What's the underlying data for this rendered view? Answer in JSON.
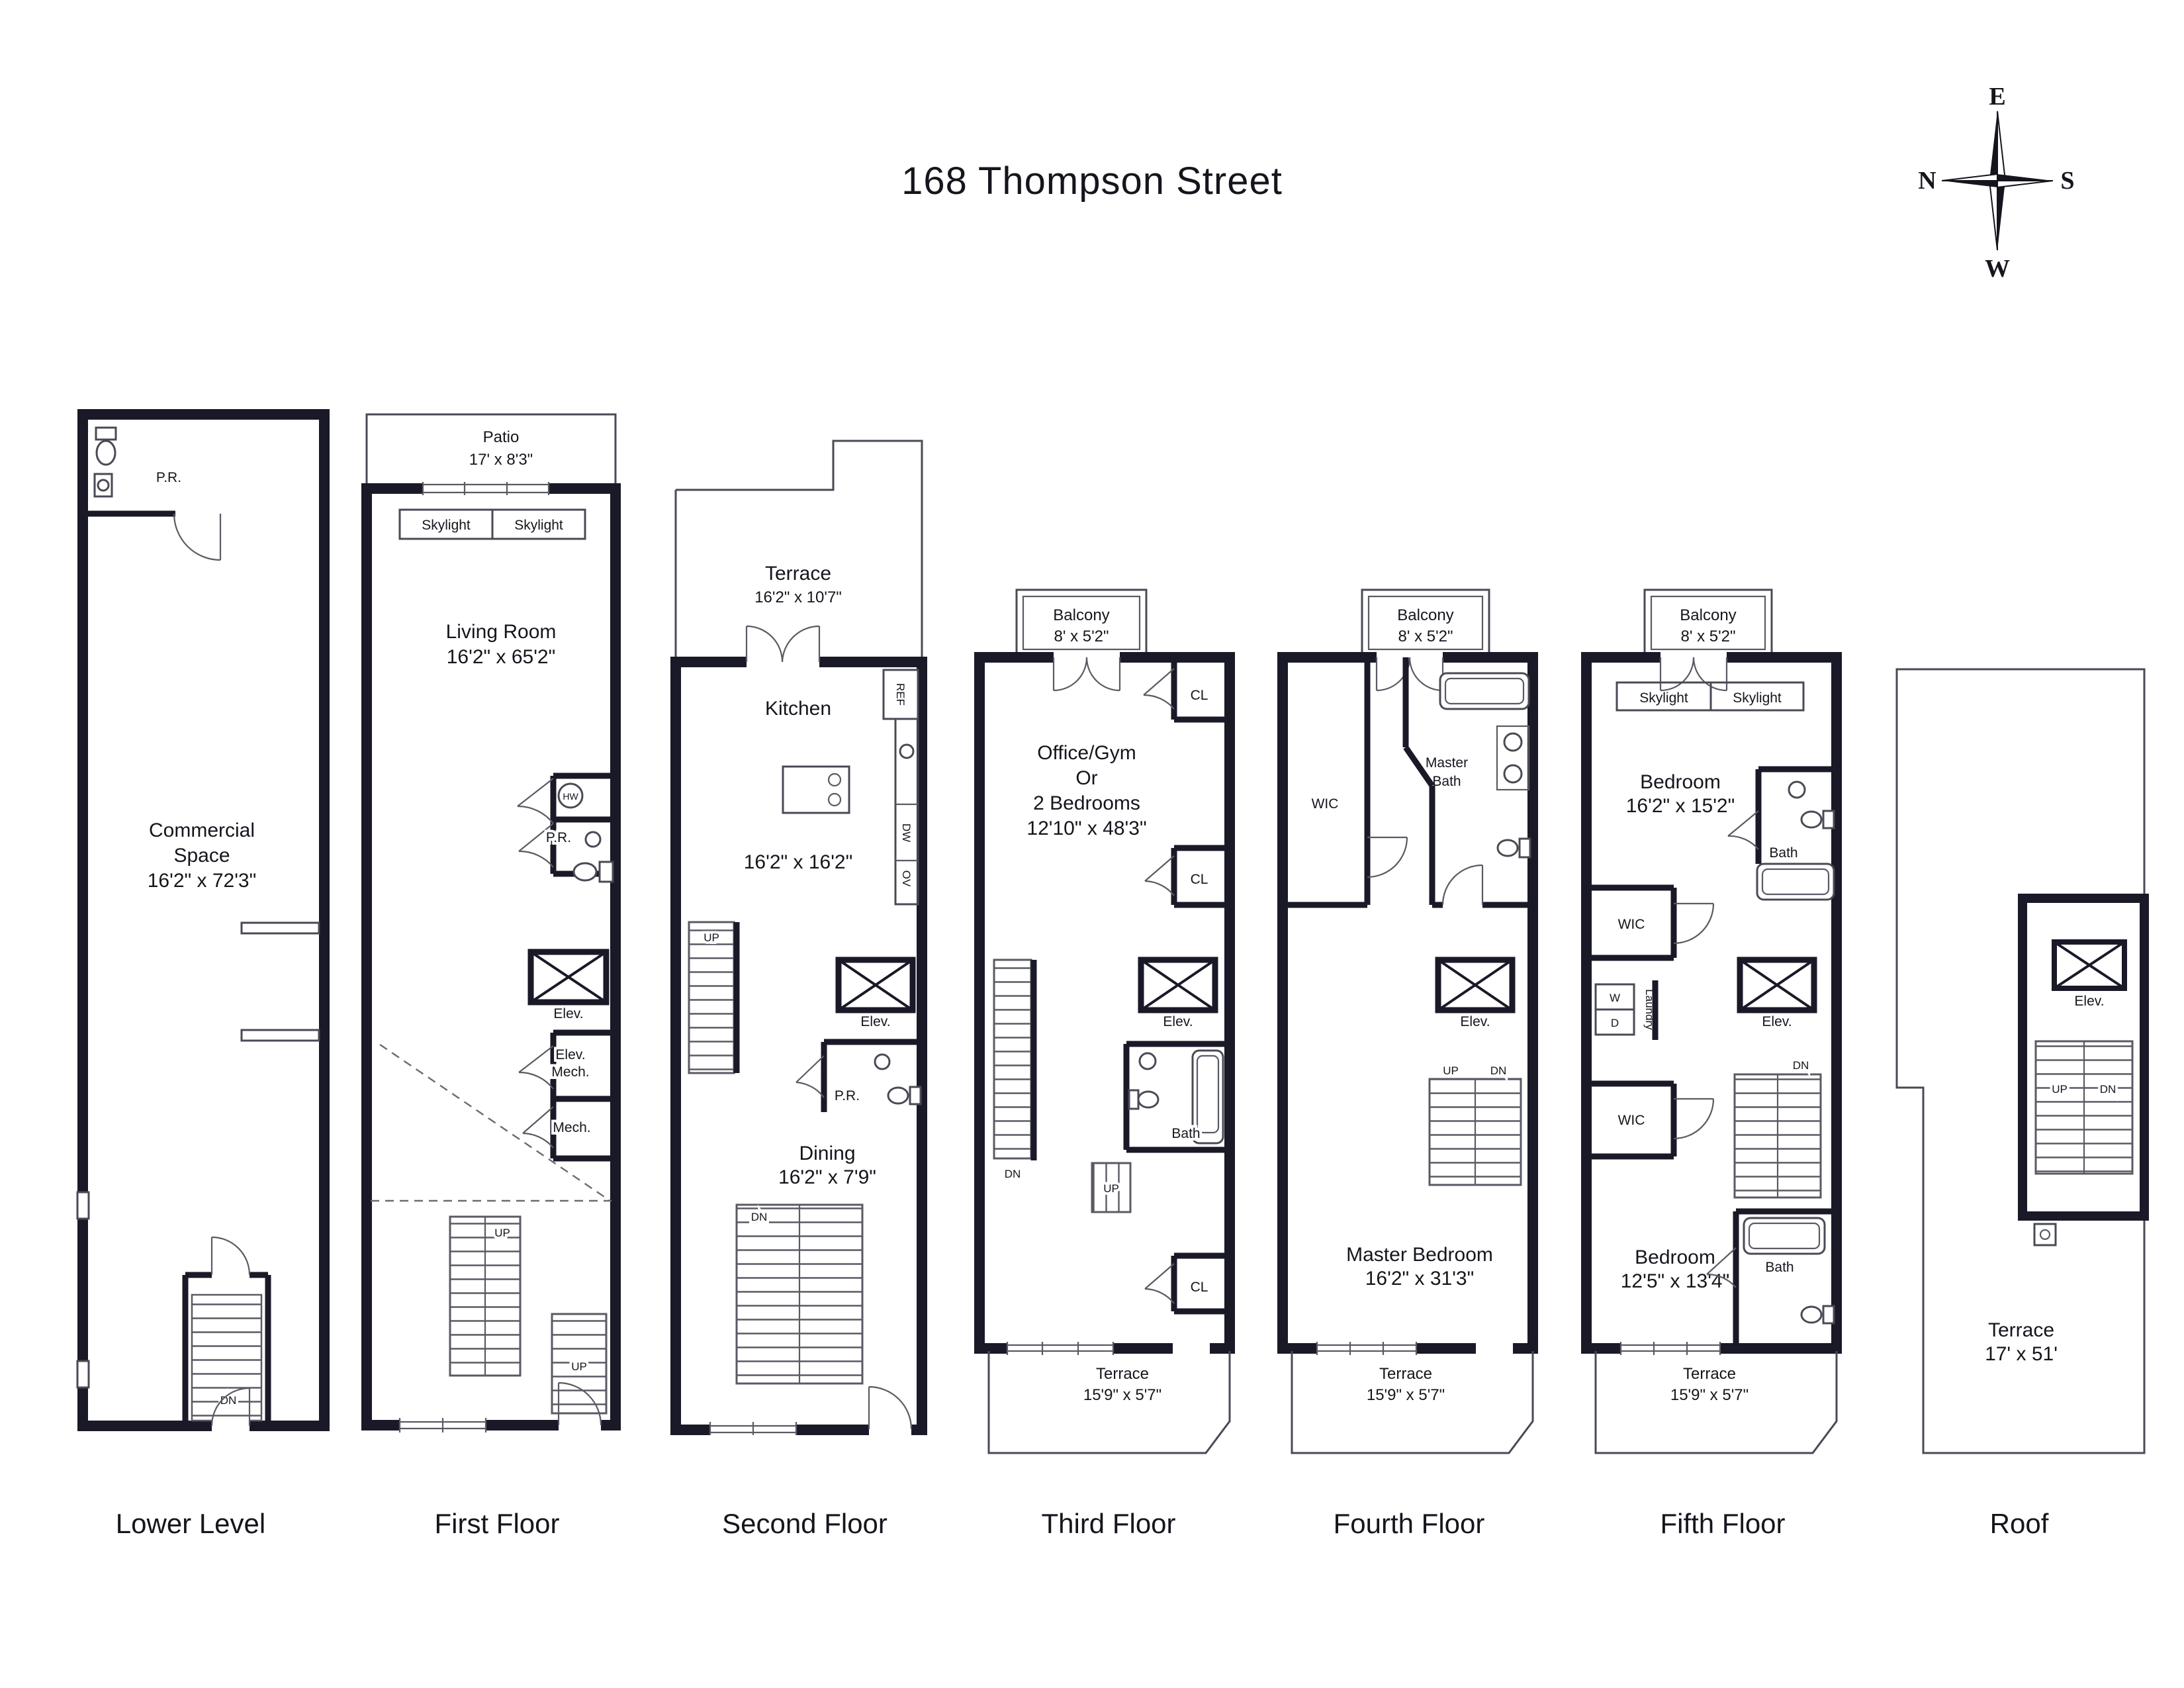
{
  "title": "168 Thompson Street",
  "compass": {
    "n": "N",
    "e": "E",
    "s": "S",
    "w": "W"
  },
  "colors": {
    "wall": "#191927",
    "line": "#4a4a55",
    "text": "#15151d",
    "background": "#ffffff"
  },
  "floors": {
    "lower": {
      "label": "Lower Level",
      "pr": "P.R.",
      "room_line1": "Commercial",
      "room_line2": "Space",
      "dims": "16'2\" x 72'3\"",
      "dn": "DN"
    },
    "first": {
      "label": "First Floor",
      "patio": "Patio",
      "patio_dims": "17' x 8'3\"",
      "skylight_left": "Skylight",
      "skylight_right": "Skylight",
      "room": "Living Room",
      "dims": "16'2\" x 65'2\"",
      "hw": "HW",
      "pr": "P.R.",
      "elev": "Elev.",
      "elev_mech_line1": "Elev.",
      "elev_mech_line2": "Mech.",
      "mech": "Mech.",
      "up_main": "UP",
      "up_entry": "UP"
    },
    "second": {
      "label": "Second Floor",
      "terrace": "Terrace",
      "terrace_dims": "16'2\" x 10'7\"",
      "kitchen": "Kitchen",
      "ref": "REF",
      "dw": "DW",
      "ov": "OV",
      "dims": "16'2\" x 16'2\"",
      "up": "UP",
      "elev": "Elev.",
      "pr": "P.R.",
      "dining": "Dining",
      "dining_dims": "16'2\" x 7'9\"",
      "dn": "DN"
    },
    "third": {
      "label": "Third Floor",
      "balcony": "Balcony",
      "balcony_dims": "8' x 5'2\"",
      "cl_top": "CL",
      "room_line1": "Office/Gym",
      "room_line2": "Or",
      "room_line3": "2 Bedrooms",
      "dims": "12'10\" x 48'3\"",
      "cl_mid": "CL",
      "elev": "Elev.",
      "bath": "Bath",
      "dn": "DN",
      "up": "UP",
      "cl_bottom": "CL",
      "terrace": "Terrace",
      "terrace_dims": "15'9\" x 5'7\""
    },
    "fourth": {
      "label": "Fourth Floor",
      "balcony": "Balcony",
      "balcony_dims": "8' x 5'2\"",
      "wic": "WIC",
      "master_bath_line1": "Master",
      "master_bath_line2": "Bath",
      "elev": "Elev.",
      "up": "UP",
      "dn": "DN",
      "room": "Master Bedroom",
      "dims": "16'2\" x 31'3\"",
      "terrace": "Terrace",
      "terrace_dims": "15'9\" x 5'7\""
    },
    "fifth": {
      "label": "Fifth Floor",
      "balcony": "Balcony",
      "balcony_dims": "8' x 5'2\"",
      "skylight_left": "Skylight",
      "skylight_right": "Skylight",
      "bedroom1": "Bedroom",
      "bedroom1_dims": "16'2\" x 15'2\"",
      "bath1": "Bath",
      "wic1": "WIC",
      "w": "W",
      "d": "D",
      "laundry": "Laundry",
      "elev": "Elev.",
      "wic2": "WIC",
      "dn": "DN",
      "bedroom2": "Bedroom",
      "bedroom2_dims": "12'5\" x 13'4\"",
      "bath2": "Bath",
      "terrace": "Terrace",
      "terrace_dims": "15'9\" x 5'7\""
    },
    "roof": {
      "label": "Roof",
      "elev": "Elev.",
      "up": "UP",
      "dn": "DN",
      "terrace": "Terrace",
      "terrace_dims": "17' x 51'"
    }
  }
}
